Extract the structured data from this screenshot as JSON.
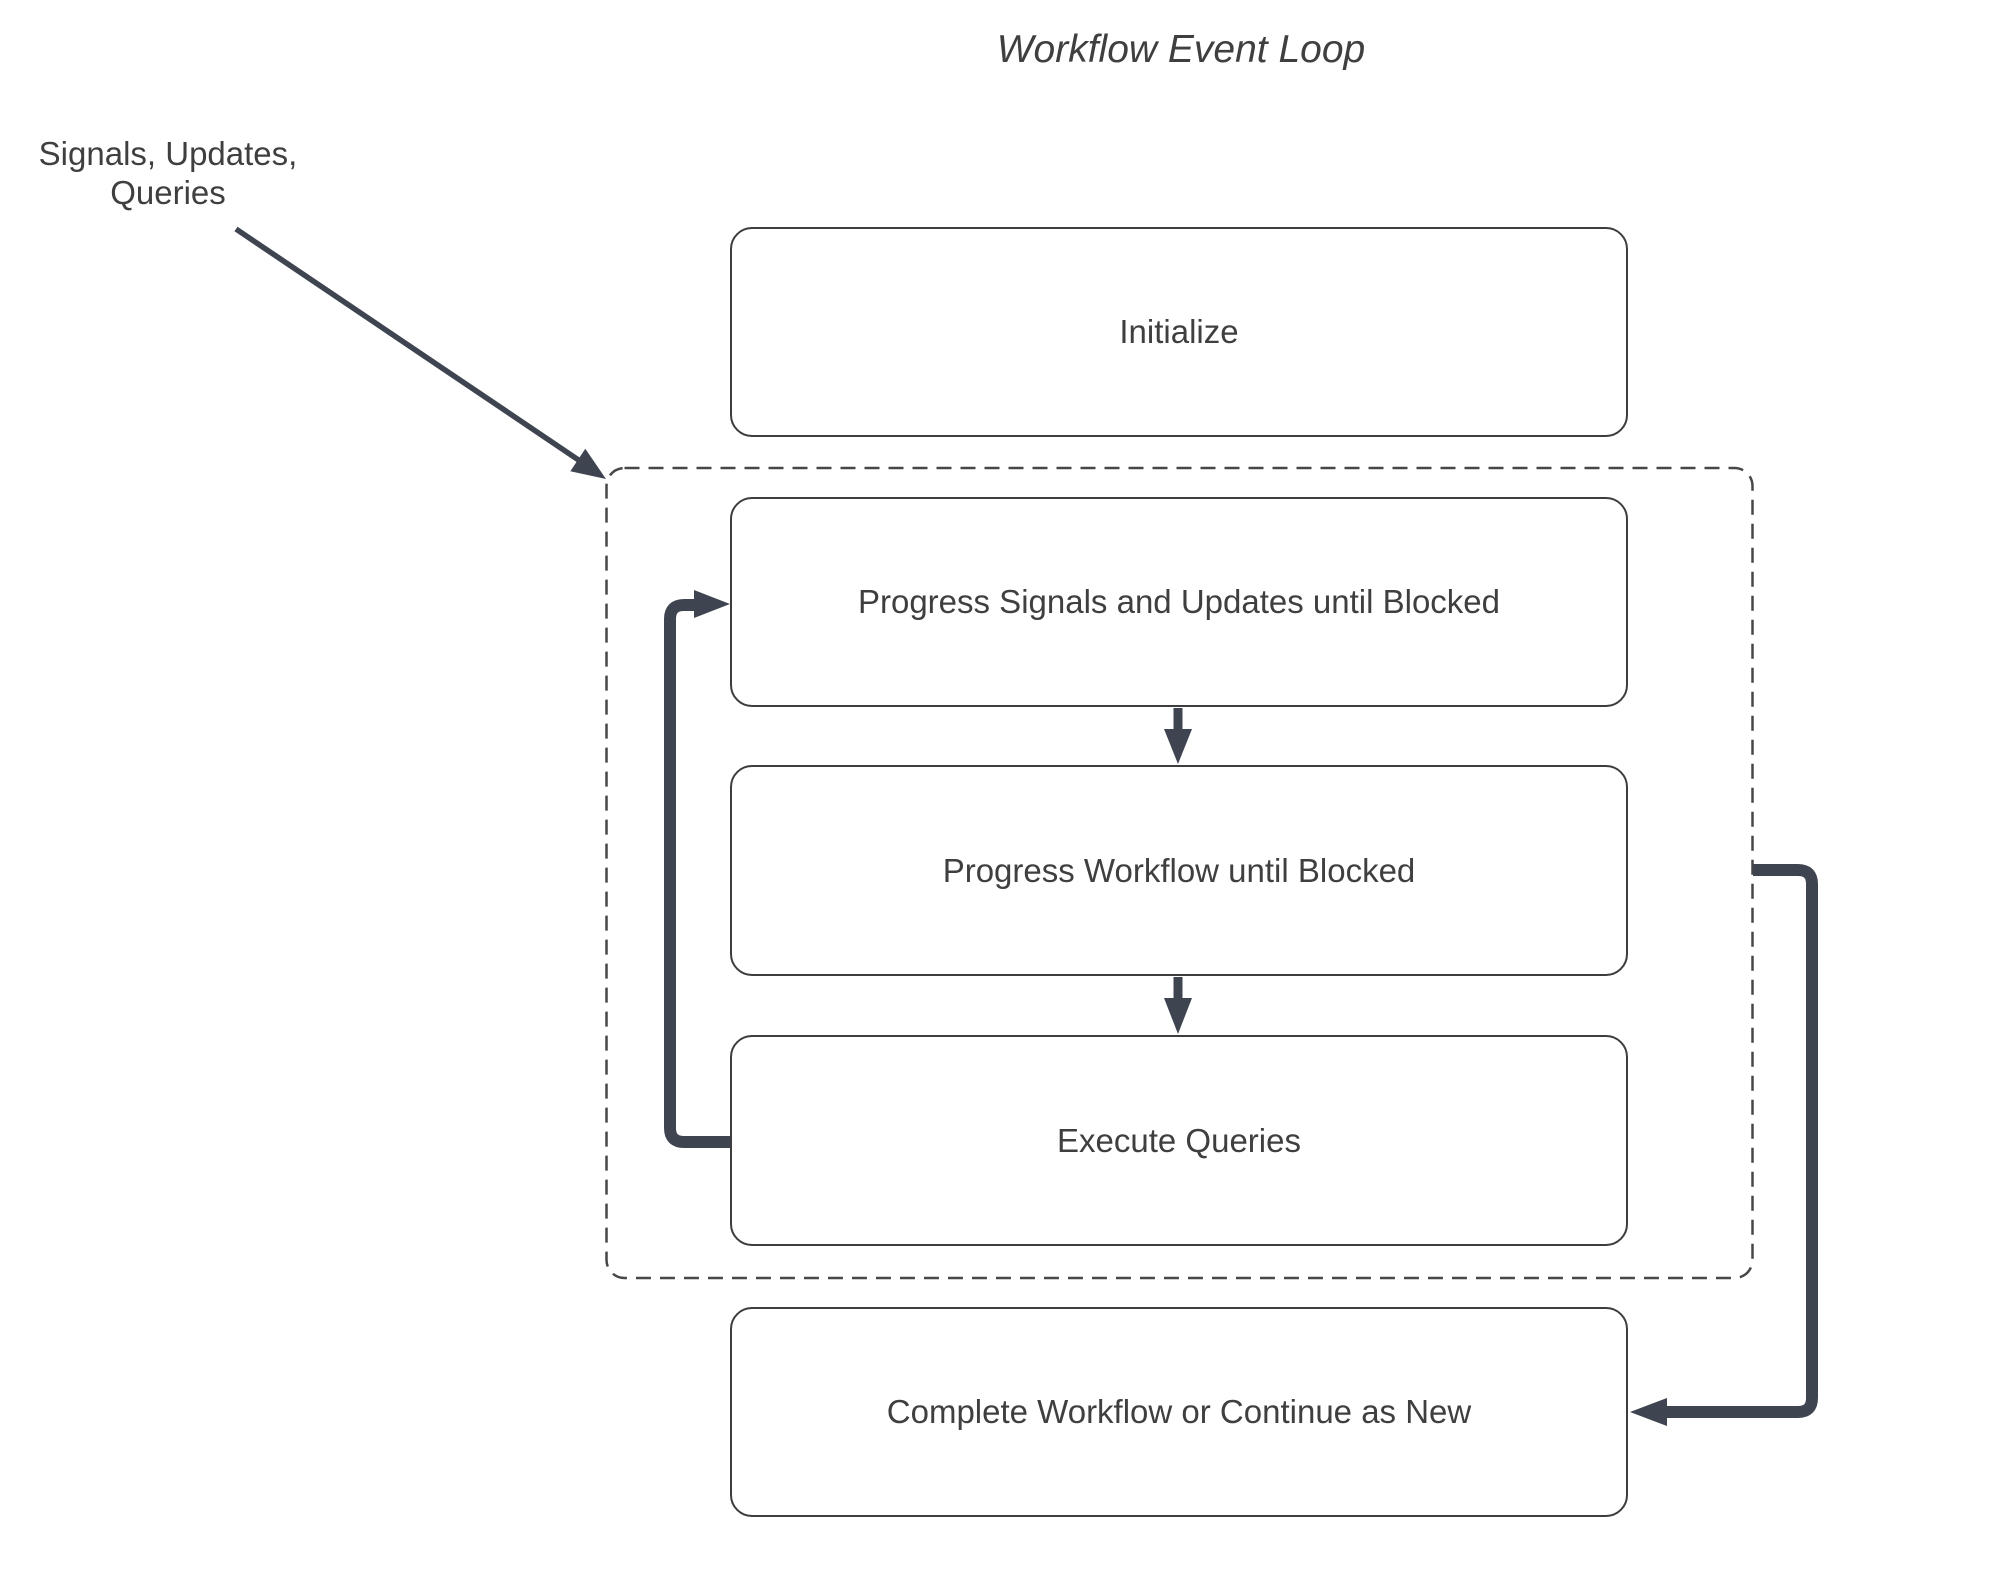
{
  "title": "Workflow Event Loop",
  "annotation": {
    "text": "Signals, Updates,\nQueries"
  },
  "nodes": [
    {
      "id": "initialize",
      "label": "Initialize"
    },
    {
      "id": "progress-signals",
      "label": "Progress Signals and Updates until Blocked"
    },
    {
      "id": "progress-workflow",
      "label": "Progress Workflow until Blocked"
    },
    {
      "id": "execute-queries",
      "label": "Execute Queries"
    },
    {
      "id": "complete-workflow",
      "label": "Complete Workflow or Continue as New"
    }
  ],
  "colors": {
    "arrow": "#3e4450",
    "box_border": "#3d3d3d",
    "dashed_border": "#474747",
    "text": "#3f3f3f",
    "background": "#ffffff"
  }
}
